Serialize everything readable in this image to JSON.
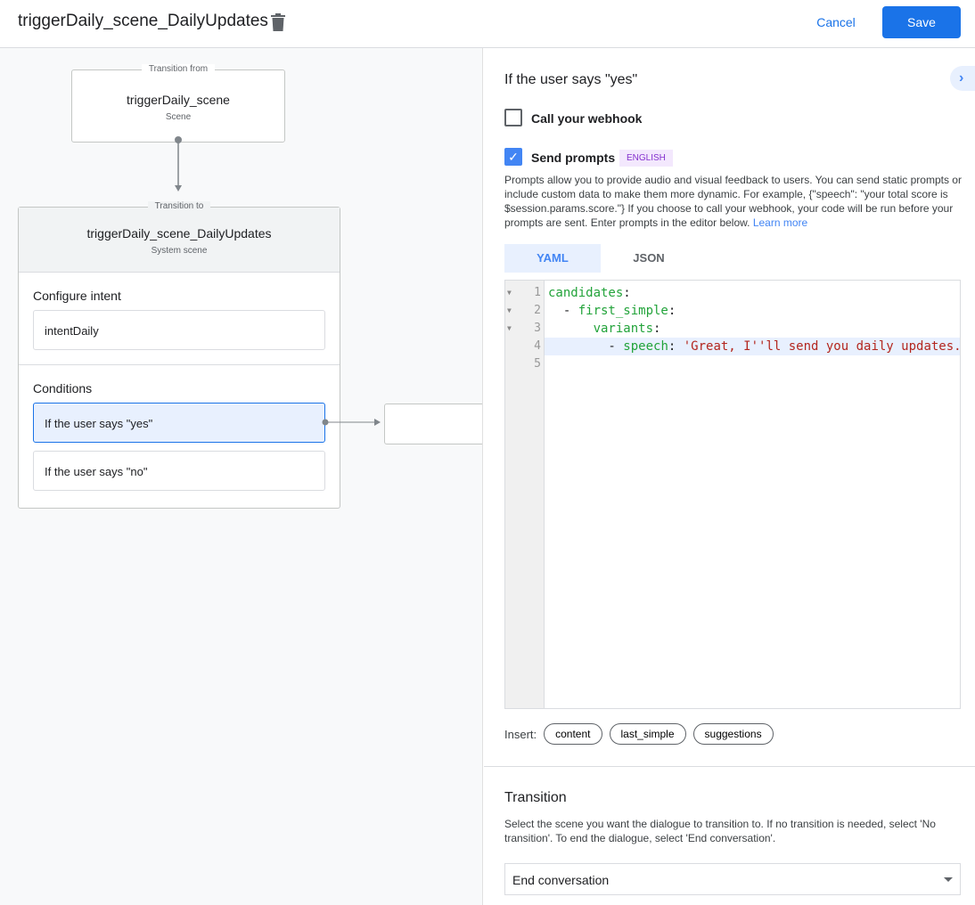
{
  "header": {
    "title": "triggerDaily_scene_DailyUpdates",
    "cancel_label": "Cancel",
    "save_label": "Save"
  },
  "canvas": {
    "from": {
      "legend": "Transition from",
      "name": "triggerDaily_scene",
      "type": "Scene"
    },
    "to": {
      "legend": "Transition to",
      "name": "triggerDaily_scene_DailyUpdates",
      "type": "System scene"
    },
    "intent_section": "Configure intent",
    "intent": "intentDaily",
    "conditions_section": "Conditions",
    "conditions": [
      "If the user says \"yes\"",
      "If the user says \"no\""
    ]
  },
  "panel": {
    "title": "If the user says \"yes\"",
    "webhook_label": "Call your webhook",
    "webhook_checked": false,
    "prompts_label": "Send prompts",
    "prompts_checked": true,
    "language_badge": "ENGLISH",
    "description": "Prompts allow you to provide audio and visual feedback to users. You can send static prompts or include custom data to make them more dynamic. For example, {\"speech\": \"your total score is $session.params.score.\"} If you choose to call your webhook, your code will be run before your prompts are sent. Enter prompts in the editor below.",
    "learn_more": "Learn more",
    "tabs": [
      "YAML",
      "JSON"
    ],
    "active_tab": "YAML",
    "code_lines": [
      "candidates:",
      "  - first_simple:",
      "      variants:",
      "        - speech: 'Great, I''ll send you daily updates.",
      ""
    ],
    "insert_label": "Insert:",
    "insert_chips": [
      "content",
      "last_simple",
      "suggestions"
    ],
    "transition_title": "Transition",
    "transition_desc": "Select the scene you want the dialogue to transition to. If no transition is needed, select 'No transition'. To end the dialogue, select 'End conversation'.",
    "transition_value": "End conversation"
  },
  "colors": {
    "accent": "#1a73e8",
    "keyword": "#22a33a",
    "string": "#b3261e",
    "selected": "#e8f0fe"
  }
}
